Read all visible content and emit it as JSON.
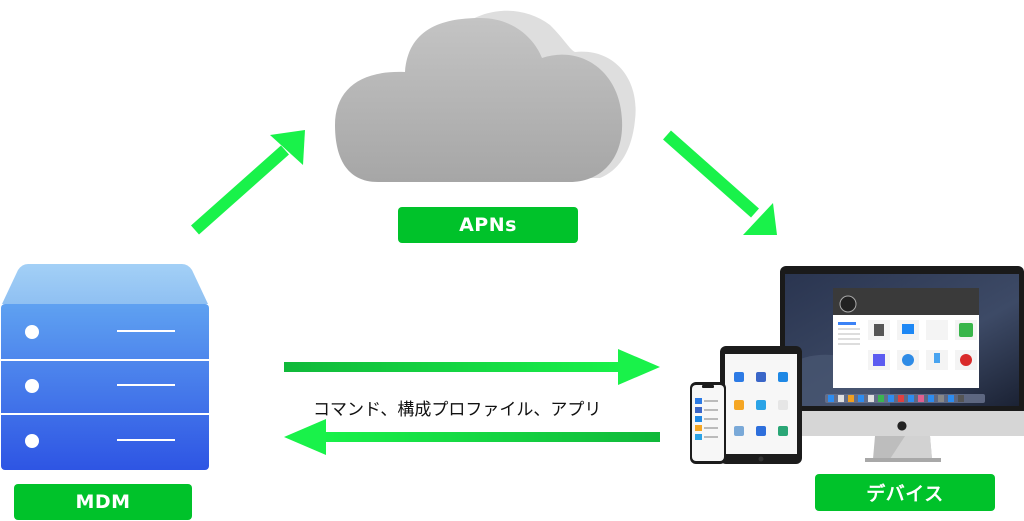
{
  "diagram": {
    "nodes": {
      "apns": {
        "label": "APNs",
        "icon": "cloud-icon"
      },
      "mdm": {
        "label": "MDM",
        "icon": "server-icon"
      },
      "devices": {
        "label": "デバイス",
        "icon": "devices-icon"
      }
    },
    "edges": [
      {
        "from": "MDM",
        "to": "APNs",
        "direction": "up-right"
      },
      {
        "from": "APNs",
        "to": "デバイス",
        "direction": "down-right"
      },
      {
        "from": "MDM",
        "to": "デバイス",
        "direction": "right"
      },
      {
        "from": "デバイス",
        "to": "MDM",
        "direction": "left"
      }
    ],
    "flow_caption": "コマンド、構成プロファイル、アプリ"
  },
  "colors": {
    "label_green": "#00c22a",
    "arrow_green": "#19f24a",
    "server_top": "#9ccbf5",
    "server_body_top": "#5c9ef0",
    "server_body_bottom": "#2f56e4",
    "cloud_gray": "#b3b3b3"
  }
}
